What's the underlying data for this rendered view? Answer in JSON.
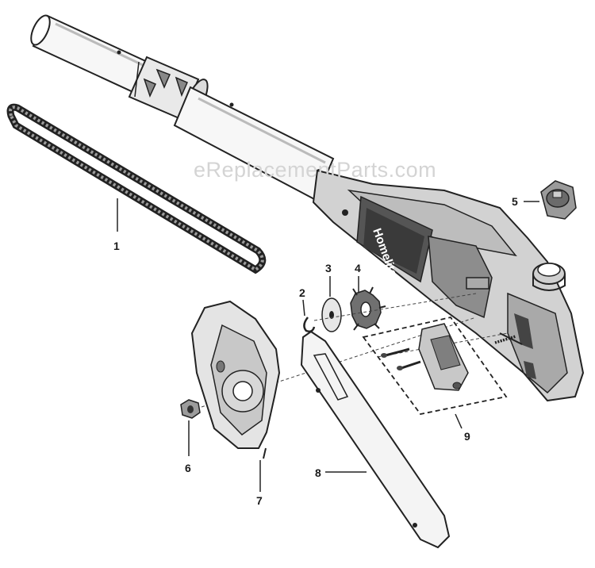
{
  "watermark": "eReplacementParts.com",
  "brand_label": "Homelite",
  "callouts": [
    "1",
    "2",
    "3",
    "4",
    "5",
    "6",
    "7",
    "8",
    "9"
  ]
}
